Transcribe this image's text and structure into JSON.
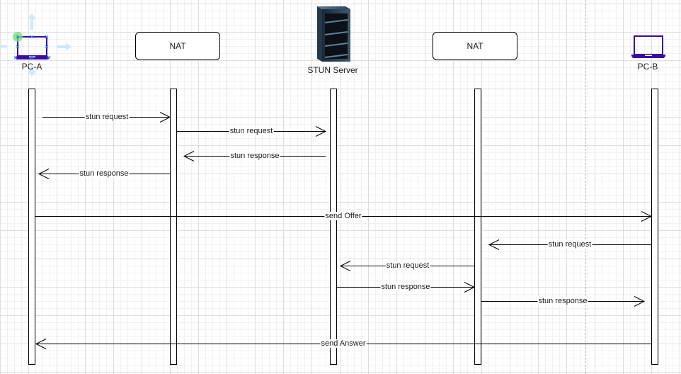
{
  "participants": [
    {
      "id": "pc-a",
      "label": "PC-A",
      "icon": "laptop-icon",
      "selected": true
    },
    {
      "id": "nat-1",
      "label": "NAT",
      "icon": "rounded-box"
    },
    {
      "id": "stun",
      "label": "STUN Server",
      "icon": "server-rack-icon"
    },
    {
      "id": "nat-2",
      "label": "NAT",
      "icon": "rounded-box"
    },
    {
      "id": "pc-b",
      "label": "PC-B",
      "icon": "laptop-icon"
    }
  ],
  "messages": [
    {
      "from": "pc-a",
      "to": "nat-1",
      "label": "stun request"
    },
    {
      "from": "nat-1",
      "to": "stun",
      "label": "stun request"
    },
    {
      "from": "stun",
      "to": "nat-1",
      "label": "stun response"
    },
    {
      "from": "nat-1",
      "to": "pc-a",
      "label": "stun response"
    },
    {
      "from": "pc-a",
      "to": "pc-b",
      "label": "send Offer"
    },
    {
      "from": "pc-b",
      "to": "nat-2",
      "label": "stun request"
    },
    {
      "from": "nat-2",
      "to": "stun",
      "label": "stun request"
    },
    {
      "from": "stun",
      "to": "nat-2",
      "label": "stun response"
    },
    {
      "from": "nat-2",
      "to": "pc-b",
      "label": "stun response"
    },
    {
      "from": "pc-b",
      "to": "pc-a",
      "label": "send Answer"
    }
  ],
  "colors": {
    "laptop": "#3a0ca3",
    "selection_handle": "#1e90ff",
    "hover_arrow": "#cfe8fb",
    "rotate_handle": "#7ddc7d",
    "line": "#000000"
  }
}
